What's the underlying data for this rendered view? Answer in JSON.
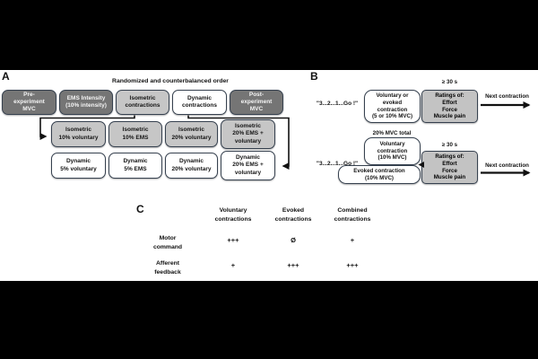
{
  "figure": {
    "background": "#000000",
    "canvas_color": "#ffffff",
    "colors": {
      "dark_box_fill": "#757575",
      "light_box_fill": "#c6c6c6",
      "white_box_fill": "#ffffff",
      "box_border": "#36414f",
      "text_dark": "#111111",
      "text_on_dark": "#f5f5f5"
    }
  },
  "panel_a": {
    "label": "A",
    "title": "Randomized and counterbalanced order",
    "top_row": [
      {
        "label": "Pre-\nexperiment\nMVC"
      },
      {
        "label": "EMS Intensity\n(10% intensity)"
      },
      {
        "label": "Isometric\ncontractions"
      },
      {
        "label": "Dynamic\ncontractions"
      },
      {
        "label": "Post-\nexperiment\nMVC"
      }
    ],
    "isometric_row": [
      {
        "label": "Isometric\n10% voluntary"
      },
      {
        "label": "Isometric\n10% EMS"
      },
      {
        "label": "Isometric\n20% voluntary"
      },
      {
        "label": "Isometric\n20% EMS +\nvoluntary"
      }
    ],
    "dynamic_row": [
      {
        "label": "Dynamic\n5% voluntary"
      },
      {
        "label": "Dynamic\n5% EMS"
      },
      {
        "label": "Dynamic\n20% voluntary"
      },
      {
        "label": "Dynamic\n20% EMS +\nvoluntary"
      }
    ]
  },
  "panel_b": {
    "label": "B",
    "sequence_1": {
      "cue": "\"3...2...1...Go !\"",
      "contraction_box": "Voluntary or\nevoked\ncontraction\n(5 or 10% MVC)",
      "rest_label": "≥ 30 s",
      "ratings_box": "Ratings of:\nEffort\nForce\nMuscle pain",
      "next_label": "Next contraction"
    },
    "sequence_2": {
      "cue": "\"3...2...1...Go !\"",
      "total_label": "20% MVC total",
      "voluntary_box": "Voluntary\ncontraction\n(10% MVC)",
      "evoked_box": "Evoked contraction\n(10% MVC)",
      "rest_label": "≥ 30 s",
      "ratings_box": "Ratings of:\nEffort\nForce\nMuscle pain",
      "next_label": "Next contraction"
    }
  },
  "panel_c": {
    "label": "C",
    "columns": [
      {
        "label": "Voluntary\ncontractions"
      },
      {
        "label": "Evoked\ncontractions"
      },
      {
        "label": "Combined\ncontractions"
      }
    ],
    "rows": [
      {
        "label": "Motor\ncommand",
        "values": [
          "+++",
          "Ø",
          "+"
        ]
      },
      {
        "label": "Afferent\nfeedback",
        "values": [
          "+",
          "+++",
          "+++"
        ]
      }
    ]
  }
}
